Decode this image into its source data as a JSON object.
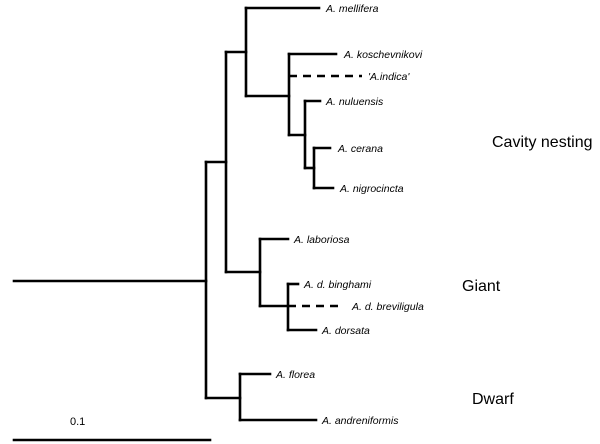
{
  "taxa": [
    {
      "key": "mellifera",
      "label": "A. mellifera"
    },
    {
      "key": "koschevnikovi",
      "label": "A. koschevnikovi"
    },
    {
      "key": "indica",
      "label": "'A.indica'"
    },
    {
      "key": "nuluensis",
      "label": "A. nuluensis"
    },
    {
      "key": "cerana",
      "label": "A. cerana"
    },
    {
      "key": "nigrocincta",
      "label": "A. nigrocincta"
    },
    {
      "key": "laboriosa",
      "label": "A. laboriosa"
    },
    {
      "key": "binghami",
      "label": "A. d. binghami"
    },
    {
      "key": "breviligula",
      "label": "A. d. breviligula"
    },
    {
      "key": "dorsata",
      "label": "A. dorsata"
    },
    {
      "key": "florea",
      "label": "A. florea"
    },
    {
      "key": "andreniformis",
      "label": "A. andreniformis"
    }
  ],
  "groups": {
    "cavity": "Cavity nesting",
    "giant": "Giant",
    "dwarf": "Dwarf"
  },
  "scale_bar": {
    "label": "0.1",
    "length": 0.1
  }
}
